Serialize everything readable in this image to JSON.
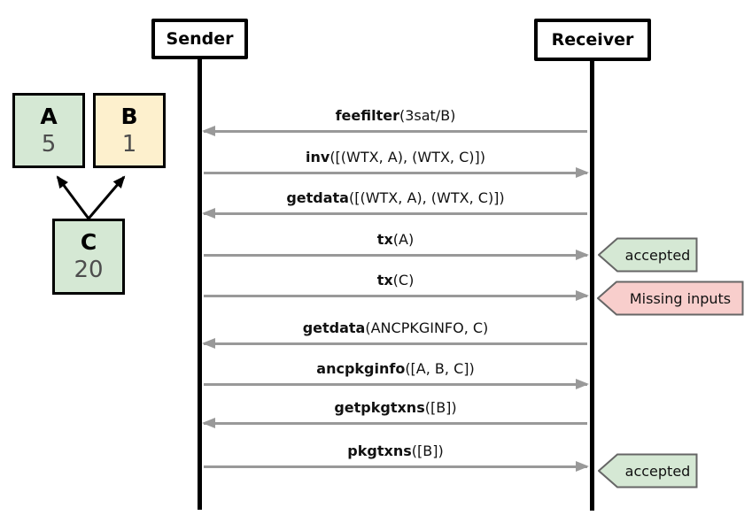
{
  "diagram": {
    "actors": {
      "sender": "Sender",
      "receiver": "Receiver"
    },
    "package_graph": {
      "nodes": [
        {
          "id": "A",
          "fee": "5",
          "color": "#d5e8d4"
        },
        {
          "id": "B",
          "fee": "1",
          "color": "#fdf0cd"
        },
        {
          "id": "C",
          "fee": "20",
          "color": "#d5e8d4"
        }
      ],
      "edges": [
        {
          "from": "C",
          "to": "A"
        },
        {
          "from": "C",
          "to": "B"
        }
      ]
    },
    "messages": [
      {
        "method": "feefilter",
        "args": "(3sat/B)",
        "from": "Receiver",
        "to": "Sender"
      },
      {
        "method": "inv",
        "args": "([(WTX, A), (WTX, C)])",
        "from": "Sender",
        "to": "Receiver"
      },
      {
        "method": "getdata",
        "args": "([(WTX, A), (WTX, C)])",
        "from": "Receiver",
        "to": "Sender"
      },
      {
        "method": "tx",
        "args": "(A)",
        "from": "Sender",
        "to": "Receiver",
        "result": "accepted"
      },
      {
        "method": "tx",
        "args": "(C)",
        "from": "Sender",
        "to": "Receiver",
        "result": "Missing inputs"
      },
      {
        "method": "getdata",
        "args": "(ANCPKGINFO, C)",
        "from": "Receiver",
        "to": "Sender"
      },
      {
        "method": "ancpkginfo",
        "args": "([A, B, C])",
        "from": "Sender",
        "to": "Receiver"
      },
      {
        "method": "getpkgtxns",
        "args": "([B])",
        "from": "Receiver",
        "to": "Sender"
      },
      {
        "method": "pkgtxns",
        "args": "([B])",
        "from": "Sender",
        "to": "Receiver",
        "result": "accepted"
      }
    ],
    "tags": [
      {
        "label": "accepted",
        "status": "success",
        "color": "#d5e8d4"
      },
      {
        "label": "Missing inputs",
        "status": "error",
        "color": "#f8cecc"
      },
      {
        "label": "accepted",
        "status": "success",
        "color": "#d5e8d4"
      }
    ]
  },
  "colors": {
    "success_fill": "#d5e8d4",
    "error_fill": "#f8cecc",
    "yellow_fill": "#fdf0cd",
    "arrow_gray": "#999999",
    "tag_border": "#666666",
    "line_black": "#000000"
  }
}
